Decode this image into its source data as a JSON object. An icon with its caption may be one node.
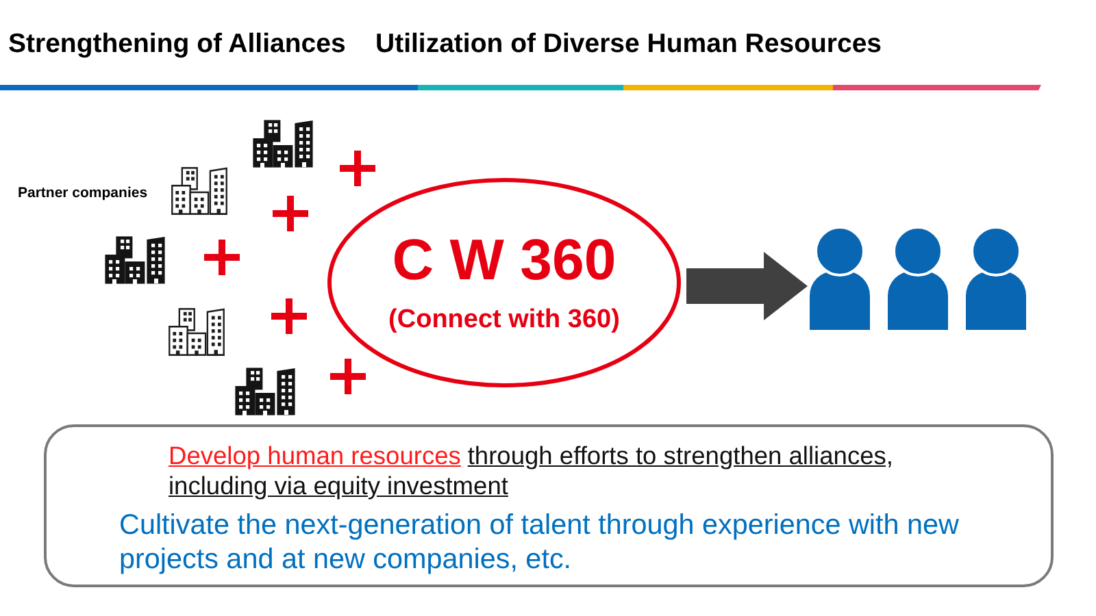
{
  "diagram": {
    "title": "Strengthening of Alliances",
    "nodes": [
      {
        "text": [
          "C W 360",
          "(Connect with 360)"
        ]
      },
      {
        "text": [],
        "shape": "person"
      },
      {
        "text": [
          "Develop human resources",
          "through efforts to strengthen alliances, including via equity investment",
          "Cultivate the next-generation of talent through experience with new projects and at new companies, etc."
        ]
      }
    ],
    "edges": [
      {
        "from": 0,
        "to": 1,
        "arrow": "to"
      }
    ],
    "labels": [
      "Utilization of Diverse Human Resources",
      "Partner companies"
    ]
  }
}
